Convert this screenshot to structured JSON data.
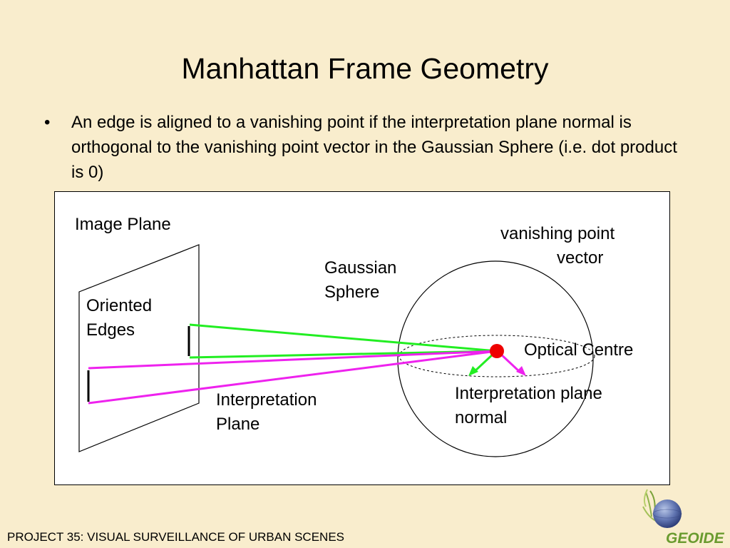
{
  "slide": {
    "title": "Manhattan Frame Geometry",
    "bullet_text": "An edge is aligned to a vanishing point if the interpretation plane normal is orthogonal to the vanishing point vector in the Gaussian Sphere (i.e. dot product is 0)",
    "footer": "PROJECT 35:  VISUAL SURVEILLANCE OF URBAN SCENES",
    "logo_text": "GEOIDE"
  },
  "diagram": {
    "labels": {
      "image_plane": "Image Plane",
      "oriented_edges_1": "Oriented",
      "oriented_edges_2": "Edges",
      "gaussian_sphere_1": "Gaussian",
      "gaussian_sphere_2": "Sphere",
      "vanishing_point_1": "vanishing point",
      "vanishing_point_2": "vector",
      "optical_centre": "Optical Centre",
      "interp_plane_1": "Interpretation",
      "interp_plane_2": "Plane",
      "interp_normal_1": "Interpretation plane",
      "interp_normal_2": "normal"
    },
    "colors": {
      "green_plane": "#22ee22",
      "magenta_plane": "#ee22ee",
      "optical_centre": "#ee0000",
      "background": "#f9edcd",
      "logo_green": "#6a9b2f"
    }
  }
}
